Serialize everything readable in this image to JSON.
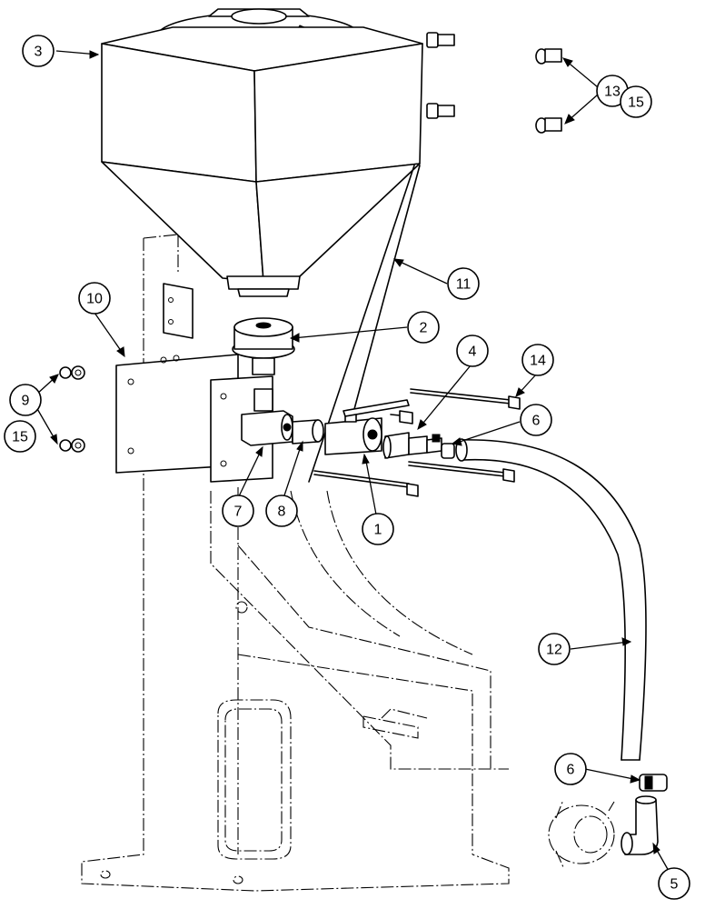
{
  "callouts": [
    {
      "id": "c3",
      "label": "3"
    },
    {
      "id": "c13",
      "label": "13"
    },
    {
      "id": "c15a",
      "label": "15"
    },
    {
      "id": "c11",
      "label": "11"
    },
    {
      "id": "c10",
      "label": "10"
    },
    {
      "id": "c2",
      "label": "2"
    },
    {
      "id": "c4",
      "label": "4"
    },
    {
      "id": "c14",
      "label": "14"
    },
    {
      "id": "c6a",
      "label": "6"
    },
    {
      "id": "c9",
      "label": "9"
    },
    {
      "id": "c15b",
      "label": "15"
    },
    {
      "id": "c7",
      "label": "7"
    },
    {
      "id": "c8",
      "label": "8"
    },
    {
      "id": "c1",
      "label": "1"
    },
    {
      "id": "c12",
      "label": "12"
    },
    {
      "id": "c6b",
      "label": "6"
    },
    {
      "id": "c5",
      "label": "5"
    }
  ]
}
